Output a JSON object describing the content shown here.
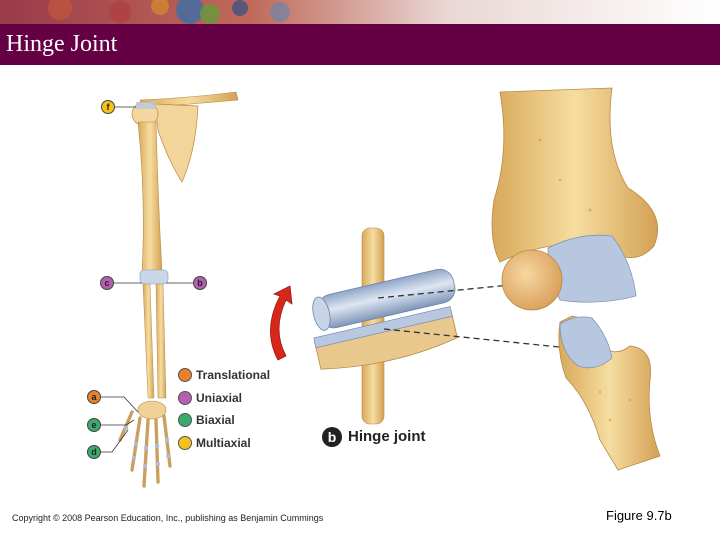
{
  "slide": {
    "title": "Hinge Joint",
    "copyright": "Copyright © 2008 Pearson Education, Inc., publishing as Benjamin Cummings",
    "figure_ref": "Figure 9.7b"
  },
  "diagram": {
    "panel_label_letter": "b",
    "panel_label": "Hinge joint",
    "callouts": [
      "f",
      "c",
      "b",
      "a",
      "e",
      "d"
    ],
    "legend": [
      {
        "label": "Translational",
        "color": "#e8822a"
      },
      {
        "label": "Uniaxial",
        "color": "#b55fb0"
      },
      {
        "label": "Biaxial",
        "color": "#3aaa6e"
      },
      {
        "label": "Multiaxial",
        "color": "#f4c21a"
      }
    ]
  },
  "colors": {
    "title_bar": "#660044",
    "bone": "#efcf8a",
    "cartilage": "#a9bedb",
    "arrow": "#d9261c"
  }
}
